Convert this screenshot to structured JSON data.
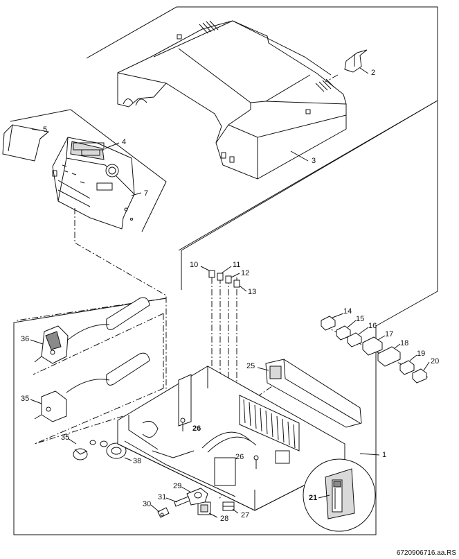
{
  "labels": {
    "p1": "1",
    "p2": "2",
    "p3": "3",
    "p4": "4",
    "p5": "5",
    "p7": "7",
    "p10": "10",
    "p11": "11",
    "p12": "12",
    "p13": "13",
    "p14": "14",
    "p15": "15",
    "p16": "16",
    "p17": "17",
    "p18": "18",
    "p19": "19",
    "p20": "20",
    "p21": "21",
    "p25": "25",
    "p26a": "26",
    "p26b": "26",
    "p27": "27",
    "p28": "28",
    "p29": "29",
    "p30": "30",
    "p31": "31",
    "p35a": "35",
    "p35b": "35",
    "p36": "36",
    "p38": "38"
  },
  "drawing_code": "6720906716.aa.RS"
}
